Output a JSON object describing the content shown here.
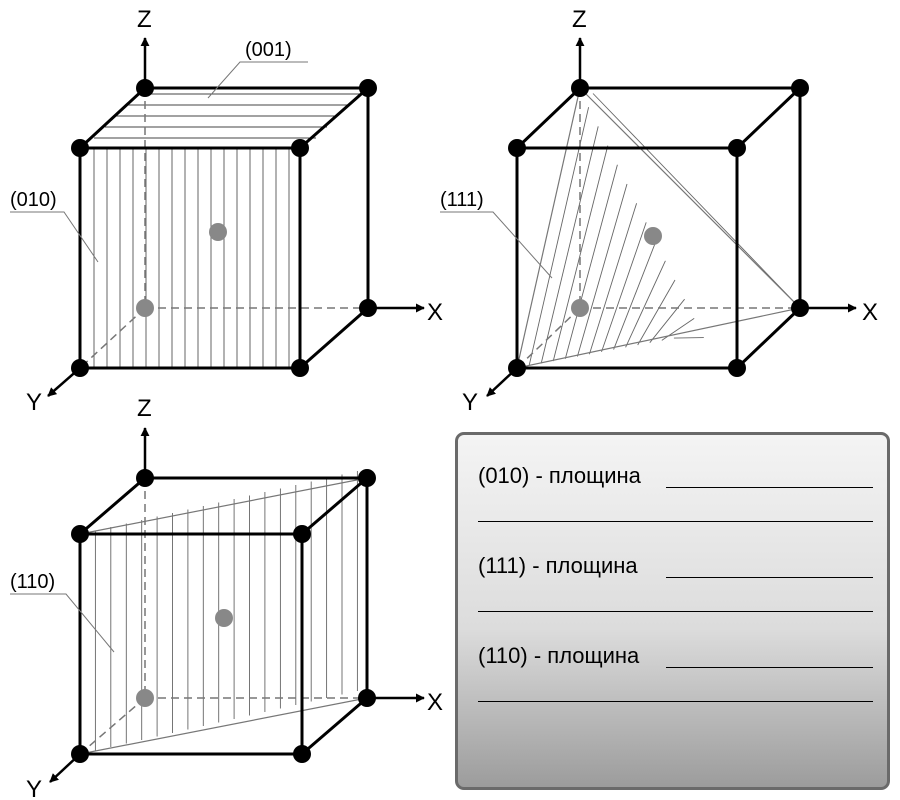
{
  "axes": {
    "x": "X",
    "y": "Y",
    "z": "Z"
  },
  "diagrams": [
    {
      "id": "cube-1",
      "planes": [
        "(001)",
        "(010)"
      ]
    },
    {
      "id": "cube-2",
      "planes": [
        "(111)"
      ]
    },
    {
      "id": "cube-3",
      "planes": [
        "(110)"
      ]
    }
  ],
  "answers": [
    {
      "text": "(010) - площина"
    },
    {
      "text": "(111) - площина"
    },
    {
      "text": "(110) - площина"
    }
  ],
  "colors": {
    "edge": "#000000",
    "hatch": "#555555",
    "body_atom": "#888888",
    "panel_border": "#6a6a6a"
  }
}
